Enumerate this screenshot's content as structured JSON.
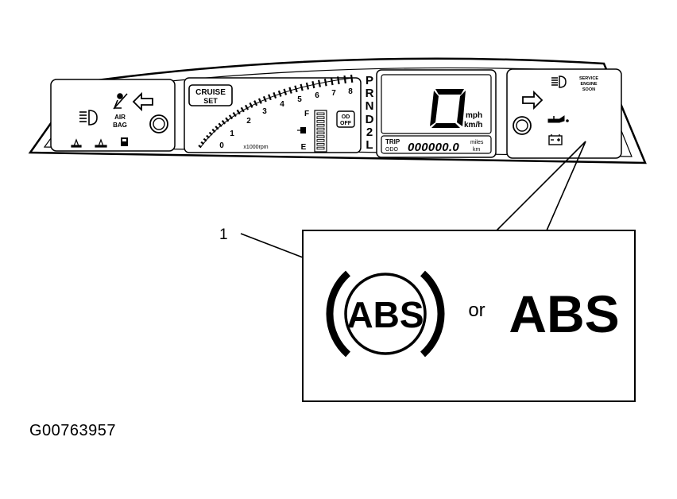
{
  "callout_number": "1",
  "figure_id": "G00763957",
  "cluster": {
    "cruise_line1": "CRUISE",
    "cruise_line2": "SET",
    "airbag_line1": "AIR",
    "airbag_line2": "BAG",
    "tach_numbers": [
      "0",
      "1",
      "2",
      "3",
      "4",
      "5",
      "6",
      "7",
      "8"
    ],
    "tach_unit": "x1000rpm",
    "fuel_full": "F",
    "fuel_empty": "E",
    "od_line1": "OD",
    "od_line2": "OFF",
    "gears": [
      "P",
      "R",
      "N",
      "D",
      "2",
      "L"
    ],
    "speed_digit": "0",
    "speed_unit_1": "mph",
    "speed_unit_2": "km/h",
    "trip_line1": "TRIP",
    "trip_line2": "ODO",
    "odometer": "000000.0",
    "odo_unit_1": "miles",
    "odo_unit_2": "km",
    "service_line1": "SERVICE",
    "service_line2": "ENGINE",
    "service_line3": "SOON"
  },
  "callout": {
    "conjunction": "or",
    "symbol_text": "ABS",
    "text_version": "ABS"
  }
}
